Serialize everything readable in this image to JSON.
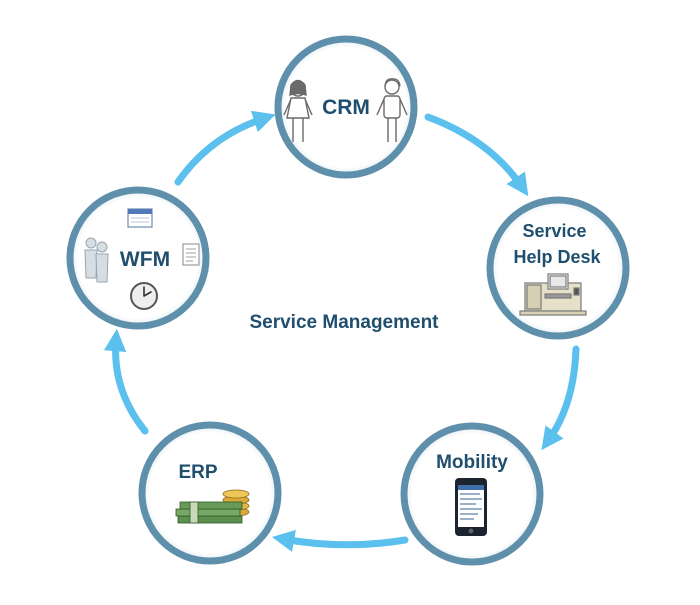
{
  "diagram": {
    "center_label": "Service Management",
    "nodes": [
      {
        "id": "crm",
        "label_lines": [
          "CRM"
        ]
      },
      {
        "id": "helpdesk",
        "label_lines": [
          "Service",
          "Help Desk"
        ]
      },
      {
        "id": "mobility",
        "label_lines": [
          "Mobility"
        ]
      },
      {
        "id": "erp",
        "label_lines": [
          "ERP"
        ]
      },
      {
        "id": "wfm",
        "label_lines": [
          "WFM"
        ]
      }
    ],
    "flow": [
      "crm",
      "helpdesk",
      "mobility",
      "erp",
      "wfm",
      "crm"
    ],
    "icons": {
      "crm": [
        "female-person-icon",
        "male-person-icon"
      ],
      "helpdesk": [
        "help-desk-workstation-icon"
      ],
      "mobility": [
        "smartphone-icon"
      ],
      "erp": [
        "money-stack-icon",
        "coin-stack-icon"
      ],
      "wfm": [
        "people-group-icon",
        "calendar-icon",
        "document-icon",
        "clock-icon"
      ]
    },
    "colors": {
      "ring": "#5e8fab",
      "ring_inner": "#cfe0ea",
      "arrow": "#5bc0ee",
      "label": "#1f4e6e"
    }
  }
}
